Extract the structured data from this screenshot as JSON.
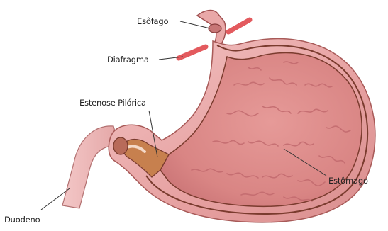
{
  "labels": {
    "esofago": "Esôfago",
    "diafragma": "Diafragma",
    "estenose": "Estenose Pilórica",
    "estomago": "Estômago",
    "duodeno": "Duodeno"
  },
  "colors": {
    "stomach_outer": "#e9a3a3",
    "stomach_wall": "#d98a86",
    "stomach_inner": "#df8f8f",
    "rugae": "#c96f73",
    "wall_line": "#7a3b2e",
    "pylorus": "#c47a4a",
    "diaphragm": "#e0555a",
    "duodenum": "#eab0b0"
  }
}
